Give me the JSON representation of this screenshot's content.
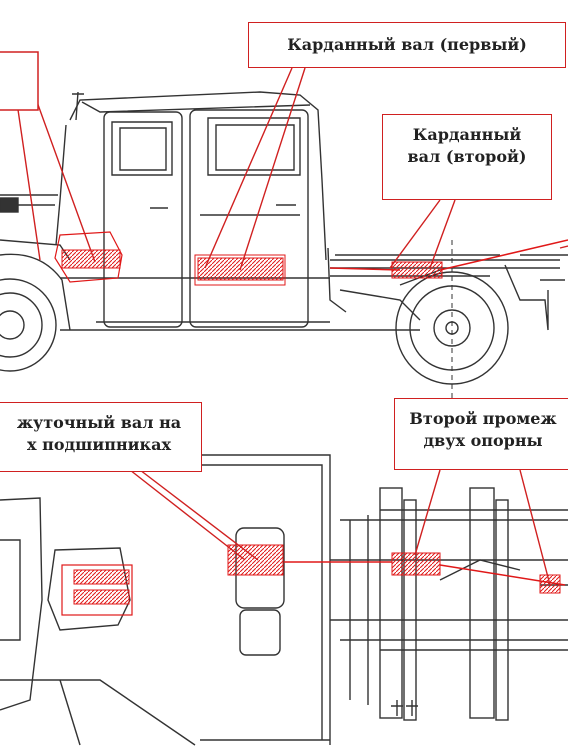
{
  "labels": {
    "driveshaft_first": "Карданный вал (первый)",
    "driveshaft_second_line1": "Карданный",
    "driveshaft_second_line2": "вал (второй)",
    "intermediate_shaft_line1": "жуточный вал на",
    "intermediate_shaft_line2": "х подшипниках",
    "second_intermediate_line1": "Второй промеж",
    "second_intermediate_line2": "двух опорны"
  },
  "colors": {
    "callout_border": "#d02020",
    "leader_line": "#d02020",
    "drawing": "#333333",
    "highlight": "#e01818"
  }
}
